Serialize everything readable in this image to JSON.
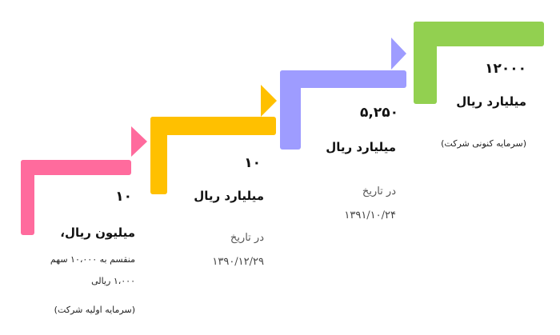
{
  "colors": {
    "step1": "#ff6b9d",
    "step2": "#ffc000",
    "step3": "#9e9cff",
    "step4": "#92d050"
  },
  "steps": [
    {
      "value": "۱۰",
      "unit": "میلیون ریال،",
      "detail_line1": "منقسم به ۱۰،۰۰۰ سهم",
      "detail_line2": "۱،۰۰۰ ریالی",
      "note": "(سرمایه اولیه شرکت)"
    },
    {
      "value": "۱۰",
      "unit": "میلیارد ریال",
      "date_label": "در تاریخ",
      "date": "۱۳۹۰/۱۲/۲۹"
    },
    {
      "value": "۵,۲۵۰",
      "unit": "میلیارد ریال",
      "date_label": "در تاریخ",
      "date": "۱۳۹۱/۱۰/۲۴"
    },
    {
      "value": "۱۲۰۰۰",
      "unit": "میلیارد ریال",
      "note": "(سرمایه کنونی شرکت)"
    }
  ]
}
